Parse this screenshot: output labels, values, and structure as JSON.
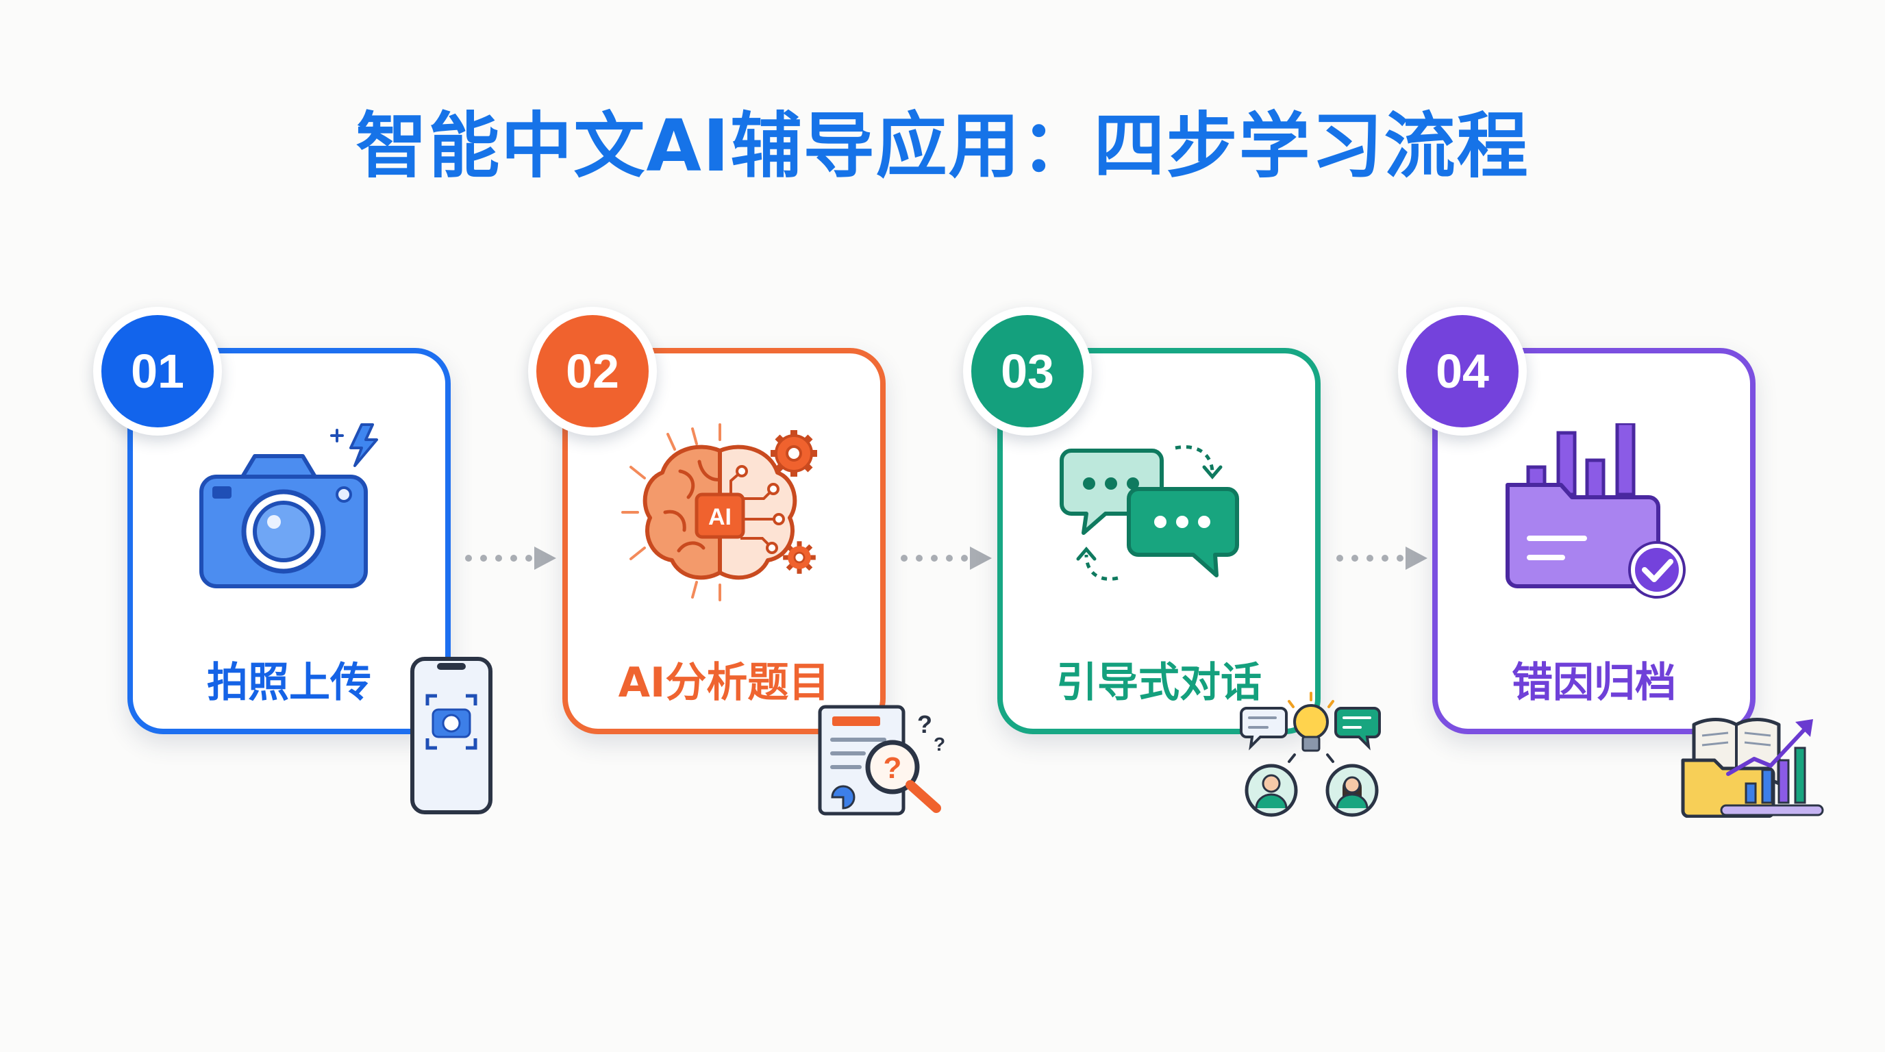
{
  "title": "智能中文AI辅导应用：四步学习流程",
  "steps": [
    {
      "number": "01",
      "label": "拍照上传",
      "color": "#1264ec"
    },
    {
      "number": "02",
      "label": "AI分析题目",
      "color": "#f0622e",
      "chip_text": "AI"
    },
    {
      "number": "03",
      "label": "引导式对话",
      "color": "#14a07d"
    },
    {
      "number": "04",
      "label": "错因归档",
      "color": "#7442dc"
    }
  ],
  "icons": {
    "step1": [
      "camera-icon",
      "sparkle-bolt-icon",
      "phone-scan-icon"
    ],
    "step2": [
      "ai-brain-icon",
      "gear-icon",
      "document-magnifier-icon"
    ],
    "step3": [
      "chat-bubbles-icon",
      "lightbulb-discussion-icon"
    ],
    "step4": [
      "folder-chart-check-icon",
      "book-folder-growth-icon"
    ]
  }
}
